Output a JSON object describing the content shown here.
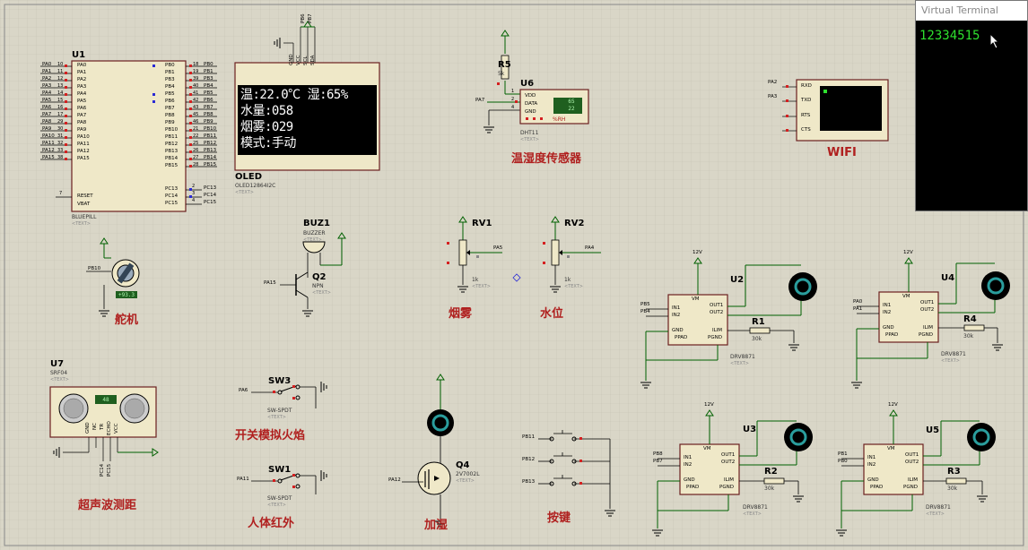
{
  "components": {
    "u1": {
      "ref": "U1",
      "part": "BLUEPILL",
      "text": "<TEXT>",
      "left_pins": [
        "PA0",
        "PA1",
        "PA2",
        "PA3",
        "PA4",
        "PA5",
        "PA6",
        "PA7",
        "PA8",
        "PA9",
        "PA10",
        "PA11",
        "PA12",
        "PA15"
      ],
      "left_nums": [
        "10",
        "11",
        "12",
        "13",
        "14",
        "15",
        "16",
        "17",
        "29",
        "30",
        "31",
        "32",
        "33",
        "38"
      ],
      "right_pins": [
        "PB0",
        "PB1",
        "PB3",
        "PB4",
        "PB5",
        "PB6",
        "PB7",
        "PB8",
        "PB9",
        "PB10",
        "PB11",
        "PB12",
        "PB13",
        "PB14",
        "PB15"
      ],
      "right_nums": [
        "18",
        "19",
        "39",
        "40",
        "41",
        "42",
        "43",
        "45",
        "46",
        "21",
        "22",
        "25",
        "26",
        "27",
        "28"
      ],
      "left_nets": [
        "PA0",
        "PA1",
        "PA2",
        "PA3",
        "PA4",
        "PA5",
        "PA6",
        "PA7",
        "PA8",
        "PA9",
        "PA10",
        "PA11",
        "PA12",
        "PA15"
      ],
      "right_nets": [
        "PB0",
        "PB1",
        "PB3",
        "PB4",
        "PB5",
        "PB6",
        "PB7",
        "PB8",
        "PB9",
        "PB10",
        "PB11",
        "PB12",
        "PB13",
        "PB14",
        "PB15"
      ],
      "bottom_left_pins": [
        "RESET",
        "VBAT"
      ],
      "bottom_right_pins": [
        "PC13",
        "PC14",
        "PC15"
      ],
      "bottom_right_nums": [
        "2",
        "3",
        "4"
      ],
      "bottom_right_nets": [
        "PC13",
        "PC14",
        "PC15"
      ],
      "reset_num": "7"
    },
    "oled": {
      "ref": "OLED",
      "part": "OLED12864I2C",
      "text": "<TEXT>",
      "pins": [
        "GND",
        "VCC",
        "SCL",
        "SDA"
      ],
      "nets": [
        "PB6",
        "PB7"
      ],
      "lines": [
        "温:22.0℃ 湿:65%",
        "水量:058",
        "烟雾:029",
        "模式:手动"
      ]
    },
    "r5": {
      "ref": "R5",
      "value": "5k"
    },
    "u6": {
      "ref": "U6",
      "part": "DHT11",
      "text": "<TEXT>",
      "pins": [
        "VDD",
        "DATA",
        "GND"
      ],
      "pin_nums": [
        "1",
        "2",
        "4"
      ],
      "display_top": "65",
      "display_bottom": "22",
      "unit": "%RH",
      "net": "PA7",
      "caption": "温湿度传感器"
    },
    "wifi": {
      "pins": [
        "RXD",
        "TXD",
        "RTS",
        "CTS"
      ],
      "nets": [
        "PA2",
        "PA3"
      ],
      "caption": "WIFI"
    },
    "servo": {
      "net": "PB10",
      "display": "+93.3",
      "caption": "舵机"
    },
    "buz1": {
      "ref": "BUZ1",
      "part": "BUZZER",
      "text": "<TEXT>"
    },
    "q2": {
      "ref": "Q2",
      "part": "NPN",
      "text": "<TEXT>",
      "net": "PA15"
    },
    "rv1": {
      "ref": "RV1",
      "value": "1k",
      "text": "<TEXT>",
      "net": "PA5",
      "caption": "烟雾"
    },
    "rv2": {
      "ref": "RV2",
      "value": "1k",
      "text": "<TEXT>",
      "net": "PA4",
      "caption": "水位"
    },
    "u7": {
      "ref": "U7",
      "part": "SRF04",
      "text": "<TEXT>",
      "display": "48",
      "pins": [
        "GND",
        "NC",
        "TR",
        "ECHO",
        "VCC"
      ],
      "nets": [
        "PC14",
        "PC15"
      ],
      "caption": "超声波测距"
    },
    "sw3": {
      "ref": "SW3",
      "part": "SW-SPDT",
      "text": "<TEXT>",
      "net": "PA6",
      "caption": "开关模拟火焰"
    },
    "sw1": {
      "ref": "SW1",
      "part": "SW-SPDT",
      "text": "<TEXT>",
      "net": "PA11",
      "caption": "人体红外"
    },
    "q4": {
      "ref": "Q4",
      "part": "2V7002L",
      "text": "<TEXT>",
      "net": "PA12",
      "caption": "加湿"
    },
    "keys": {
      "nets": [
        "PB11",
        "PB12",
        "PB13"
      ],
      "caption": "按键"
    },
    "u2": {
      "ref": "U2",
      "part": "DRV8871",
      "text": "<TEXT>",
      "nets": [
        "PB5",
        "PB4"
      ],
      "r": "R1",
      "rv": "30k"
    },
    "u4": {
      "ref": "U4",
      "part": "DRV8871",
      "text": "<TEXT>",
      "nets": [
        "PA0",
        "PA1"
      ],
      "r": "R4",
      "rv": "30k"
    },
    "u3": {
      "ref": "U3",
      "part": "DRV8871",
      "text": "<TEXT>",
      "nets": [
        "PB8",
        "PB7"
      ],
      "r": "R2",
      "rv": "30k"
    },
    "u5": {
      "ref": "U5",
      "part": "DRV8871",
      "text": "<TEXT>",
      "nets": [
        "PB1",
        "PB0"
      ],
      "r": "R3",
      "rv": "30k"
    },
    "drv_pins": {
      "in1": "IN1",
      "in2": "IN2",
      "gnd": "GND",
      "ppad": "PPAD",
      "vm": "VM",
      "out1": "OUT1",
      "out2": "OUT2",
      "ilim": "ILIM",
      "pgnd": "PGND",
      "supply": "12V"
    }
  },
  "terminal": {
    "title": "Virtual Terminal",
    "output": "12334515"
  },
  "colors": {
    "background": "#d9d6c7",
    "component_fill": "#efe8c8",
    "wire": "#006000",
    "label_red": "#b0201f",
    "terminal_text": "#2ee02e"
  }
}
